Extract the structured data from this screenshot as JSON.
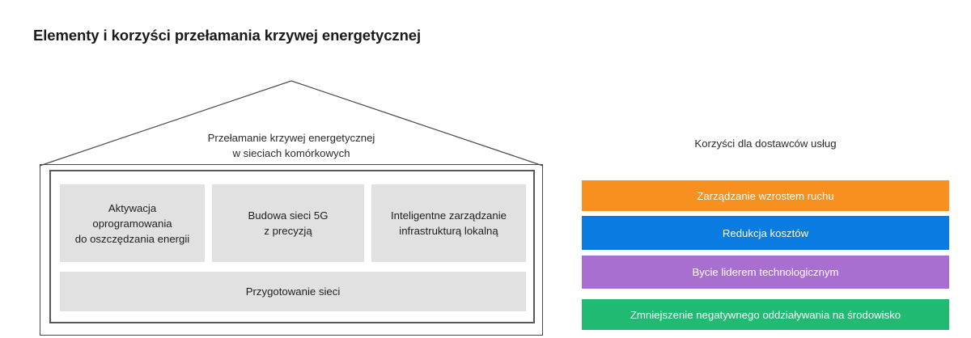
{
  "page": {
    "title": "Elementy i korzyści przełamania krzywej energetycznej",
    "background": "#ffffff"
  },
  "house": {
    "roof_label_line1": "Przełamanie krzywej energetycznej",
    "roof_label_line2": "w sieciach komórkowych",
    "outline_color": "#4a4a4a",
    "inner_outline_color": "#58585a",
    "box_fill": "#e1e1e1",
    "pillars": [
      {
        "line1": "Aktywacja",
        "line2": "oprogramowania",
        "line3": "do oszczędzania energii"
      },
      {
        "line1": "Budowa sieci 5G",
        "line2": "z precyzją",
        "line3": ""
      },
      {
        "line1": "Inteligentne zarządzanie",
        "line2": "infrastrukturą lokalną",
        "line3": ""
      }
    ],
    "foundation": "Przygotowanie sieci"
  },
  "benefits": {
    "heading": "Korzyści dla dostawców usług",
    "bars": [
      {
        "label": "Zarządzanie wzrostem ruchu",
        "color": "#f7901e"
      },
      {
        "label": "Redukcja kosztów",
        "color": "#0a7be0"
      },
      {
        "label": "Bycie liderem technologicznym",
        "color": "#a96fd0"
      },
      {
        "label": "Zmniejszenie negatywnego oddziaływania na środowisko",
        "color": "#21ba72"
      }
    ]
  }
}
